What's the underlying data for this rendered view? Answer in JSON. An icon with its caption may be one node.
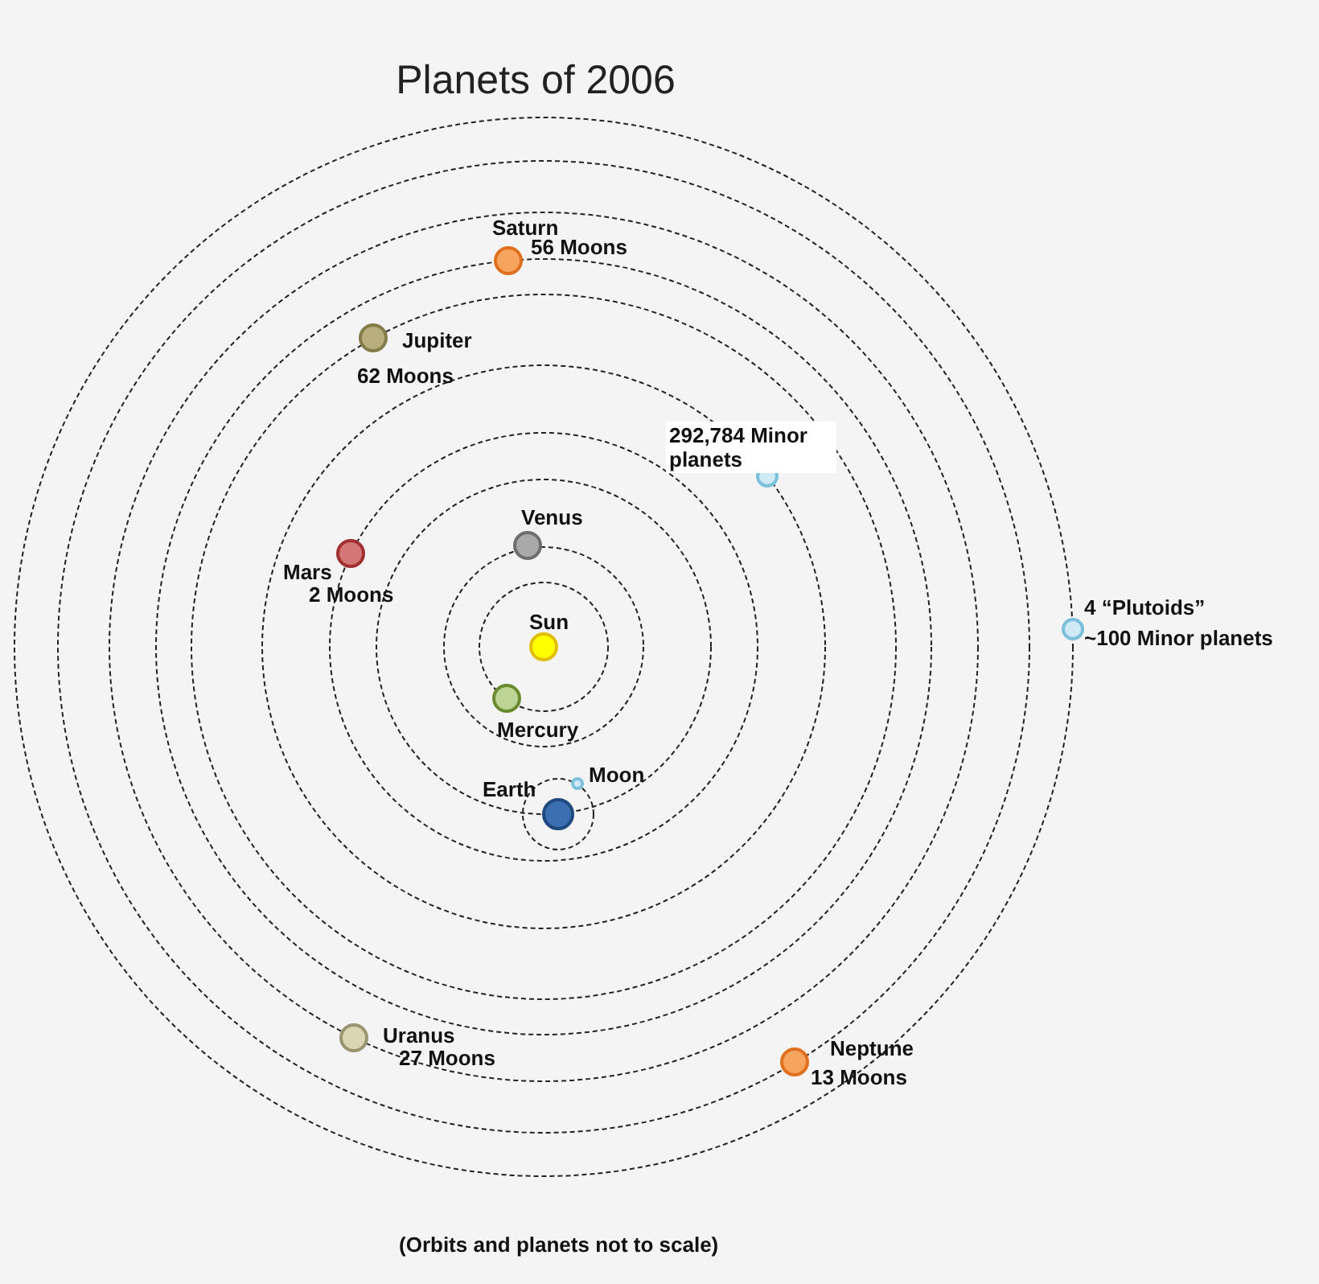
{
  "diagram": {
    "title": "Planets of 2006",
    "caption": "(Orbits and planets not to scale)",
    "nodes": [
      {
        "text": [
          "Saturn",
          "56 Moons"
        ]
      },
      {
        "text": [
          "Jupiter",
          "62 Moons"
        ]
      },
      {
        "text": [
          "292,784 Minor planets"
        ]
      },
      {
        "text": [
          "Venus"
        ]
      },
      {
        "text": [
          "Mars",
          "2 Moons"
        ]
      },
      {
        "text": [
          "Sun"
        ]
      },
      {
        "text": [
          "4 “Plutoids”",
          "~100 Minor planets"
        ]
      },
      {
        "text": [
          "Mercury"
        ]
      },
      {
        "text": [
          "Earth"
        ]
      },
      {
        "text": [
          "Moon"
        ]
      },
      {
        "text": [
          "Uranus",
          "27 Moons"
        ]
      },
      {
        "text": [
          "Neptune",
          "13 Moons"
        ]
      }
    ]
  }
}
